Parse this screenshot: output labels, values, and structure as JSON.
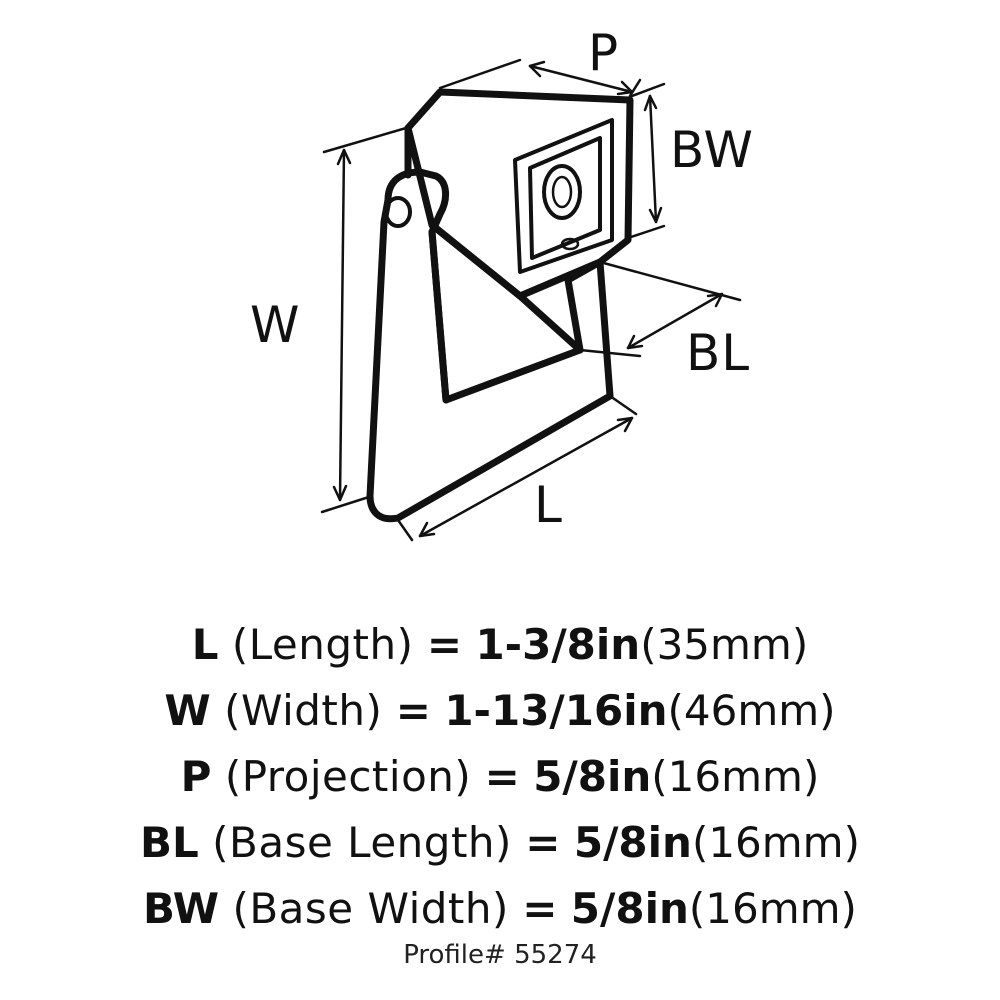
{
  "diagram": {
    "dimension_labels": {
      "p": "P",
      "bw": "BW",
      "w": "W",
      "bl": "BL",
      "l": "L"
    }
  },
  "specs": [
    {
      "abbr": "L",
      "desc": "(Length)",
      "eq": "=",
      "imperial": "1-3/8in",
      "metric": "(35mm)"
    },
    {
      "abbr": "W",
      "desc": "(Width)",
      "eq": "=",
      "imperial": "1-13/16in",
      "metric": "(46mm)"
    },
    {
      "abbr": "P",
      "desc": "(Projection)",
      "eq": "=",
      "imperial": "5/8in",
      "metric": "(16mm)"
    },
    {
      "abbr": "BL",
      "desc": "(Base Length)",
      "eq": "=",
      "imperial": "5/8in",
      "metric": "(16mm)"
    },
    {
      "abbr": "BW",
      "desc": "(Base Width)",
      "eq": "=",
      "imperial": "5/8in",
      "metric": "(16mm)"
    }
  ],
  "profile": "Profile# 55274"
}
